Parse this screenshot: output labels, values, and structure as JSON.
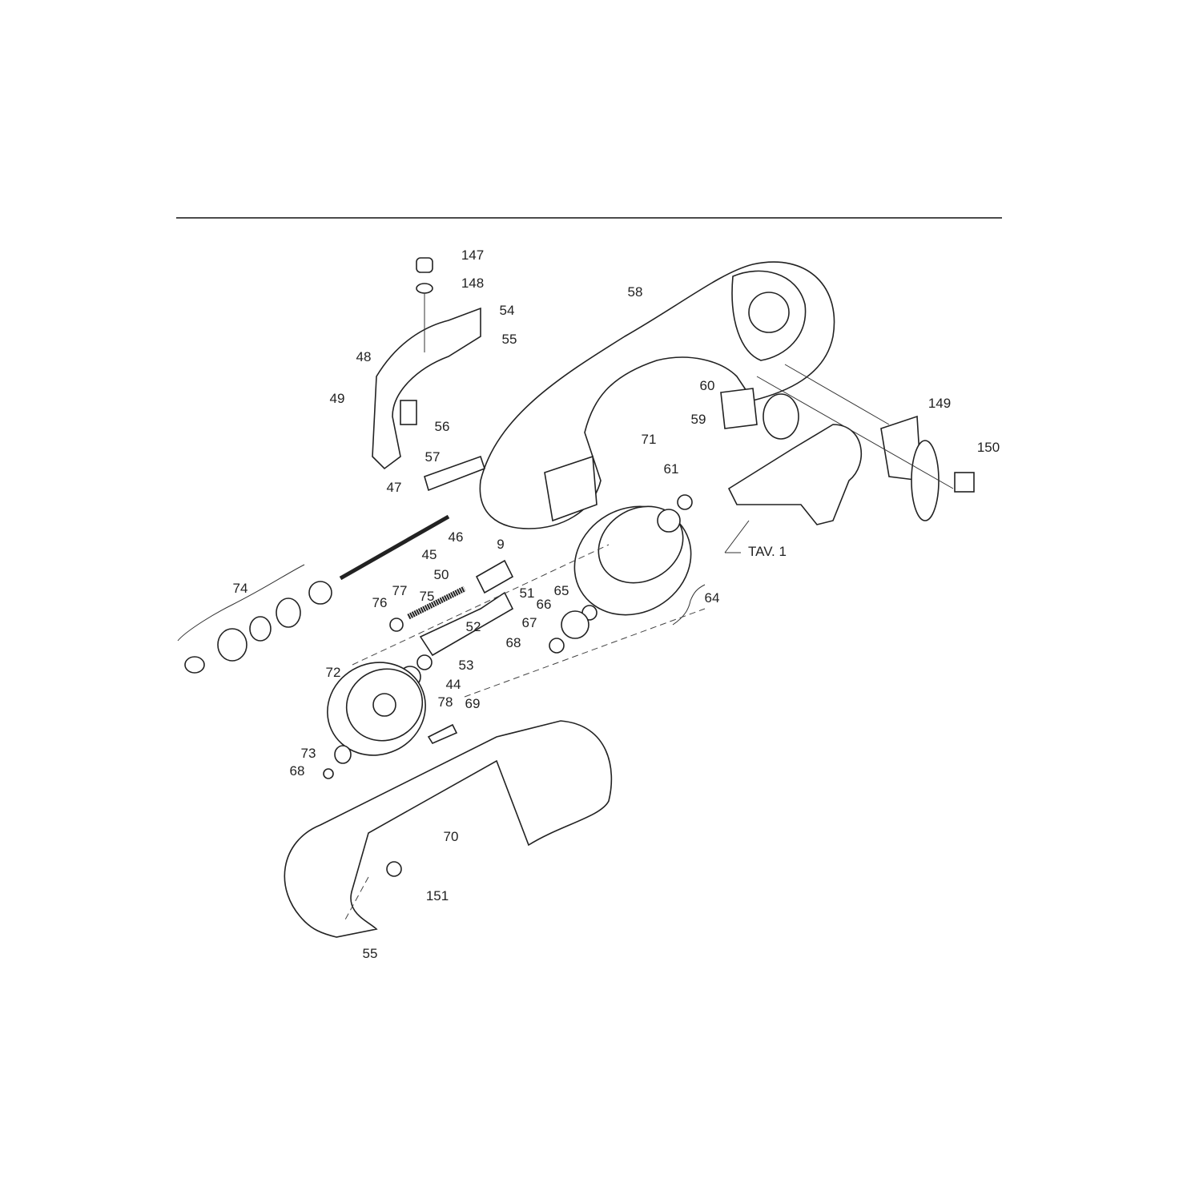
{
  "diagram": {
    "type": "exploded-parts-diagram",
    "reference_label": "TAV. 1",
    "part_labels": [
      "147",
      "148",
      "54",
      "55",
      "48",
      "49",
      "56",
      "58",
      "60",
      "59",
      "71",
      "149",
      "150",
      "57",
      "47",
      "61",
      "46",
      "45",
      "9",
      "50",
      "51",
      "77",
      "75",
      "76",
      "74",
      "64",
      "65",
      "66",
      "67",
      "68",
      "52",
      "53",
      "44",
      "72",
      "78",
      "69",
      "73",
      "68",
      "70",
      "151",
      "55"
    ]
  }
}
